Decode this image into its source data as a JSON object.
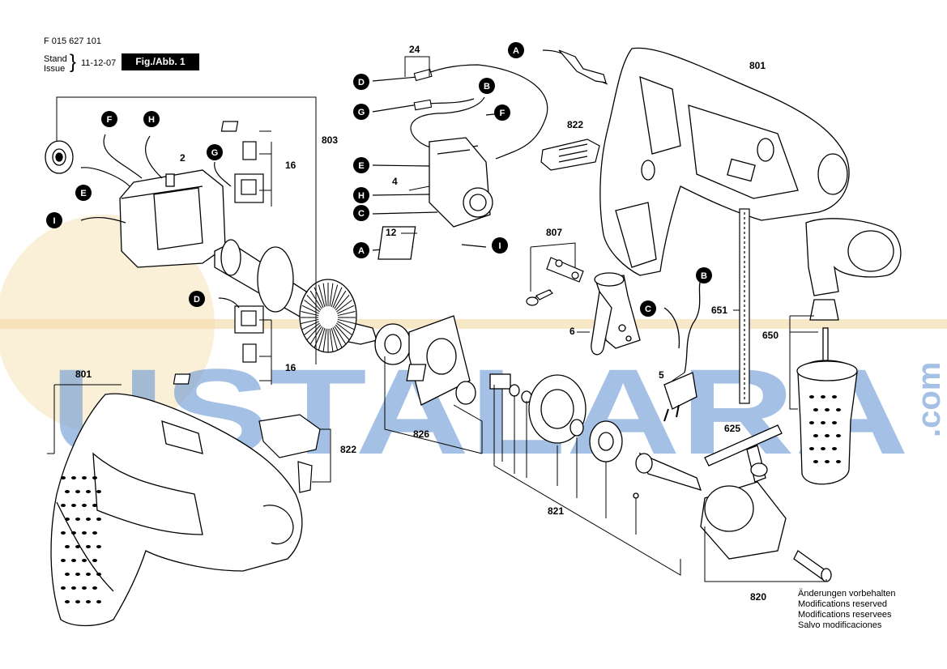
{
  "header": {
    "doc_number": "F 015 627 101",
    "stand_label": "Stand",
    "issue_label": "Issue",
    "date": "11-12-07",
    "figure_label": "Fig./Abb. 1"
  },
  "watermark": {
    "text": "USTALARA",
    "suffix": ".com",
    "color": "#5b8fd0"
  },
  "notes": [
    "Änderungen vorbehalten",
    "Modifications reserved",
    "Modifications reservees",
    "Salvo modificaciones"
  ],
  "wire_letters": [
    "A",
    "B",
    "C",
    "D",
    "E",
    "F",
    "G",
    "H",
    "I"
  ],
  "part_numbers": [
    "2",
    "4",
    "5",
    "6",
    "12",
    "16",
    "24",
    "625",
    "650",
    "651",
    "801",
    "803",
    "807",
    "820",
    "821",
    "822",
    "826"
  ],
  "colors": {
    "line": "#000000",
    "letter_marker": "#000000",
    "watermark": "#5b8fd0",
    "watermark_circle": "#f3d9a0"
  }
}
